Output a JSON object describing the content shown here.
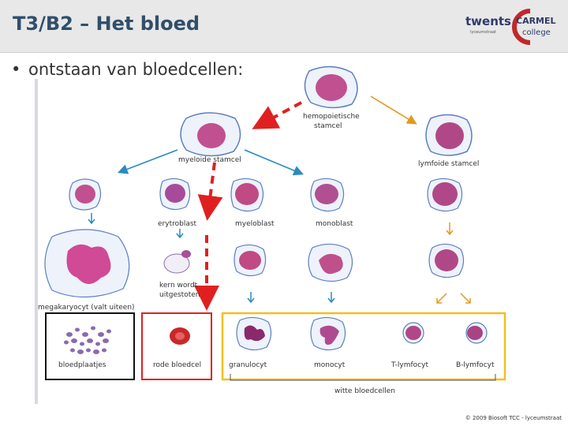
{
  "header": {
    "title": "T3/B2 – Het bloed",
    "logo_text_1": "twents",
    "logo_text_2": "CARMEL",
    "logo_text_3": "college",
    "logo_text_4": "lyceumstraat"
  },
  "content": {
    "bullet_text": "ontstaan van bloedcellen:"
  },
  "diagram": {
    "labels": {
      "hemopoietic": [
        "hemopoietische",
        "stamcel"
      ],
      "myeloid": "myeloide stamcel",
      "lymphoid": "lymfoide stamcel",
      "erythroblast": "erytroblast",
      "myeloblast": "myeloblast",
      "monoblast": "monoblast",
      "nucleus_expelled": [
        "kern wordt",
        "uitgestoten"
      ],
      "megakaryocyte": "megakaryocyt (valt uiteen)",
      "platelets": "bloedplaatjes",
      "red_cell": "rode bloedcel",
      "granulocyte": "granulocyt",
      "monocyte": "monocyt",
      "t_lymphocyte": "T-lymfocyt",
      "b_lymphocyte": "B-lymfocyt",
      "white_cells": "witte bloedcellen"
    },
    "colors": {
      "box_black": "#111111",
      "box_red": "#e02020",
      "box_yellow": "#f0c020",
      "dashed_arrow": "#e02020",
      "arrow_blue": "#2a8ac0",
      "arrow_orange": "#e09a20"
    }
  },
  "footer": {
    "copyright": "© 2009 Biosoft TCC - lyceumstraat"
  }
}
